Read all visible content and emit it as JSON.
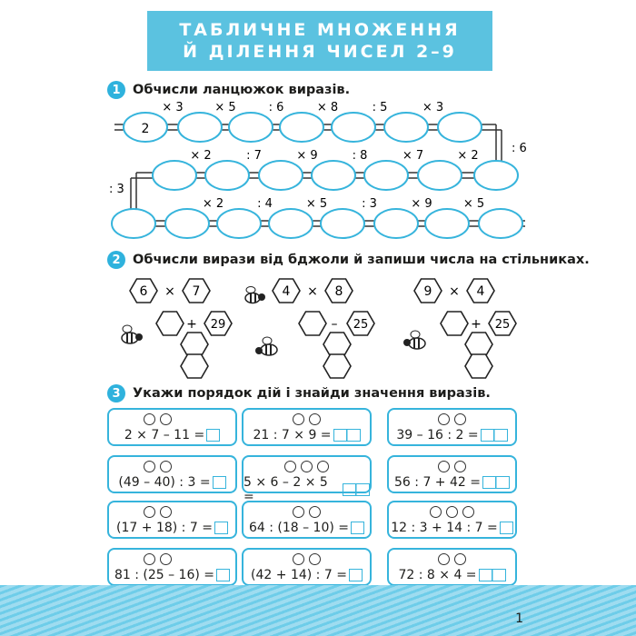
{
  "title": {
    "line1": "ТАБЛИЧНЕ МНОЖЕННЯ",
    "line2": "Й ДІЛЕННЯ ЧИСЕЛ 2–9"
  },
  "task1": {
    "number": "1",
    "text": "Обчисли ланцюжок виразів.",
    "start": "2",
    "row1_ops": [
      "× 3",
      "× 5",
      ": 6",
      "× 8",
      ": 5",
      "× 3"
    ],
    "right_turn": ": 6",
    "row2_ops": [
      "× 2",
      ": 7",
      "× 9",
      ": 8",
      "× 7",
      "× 2"
    ],
    "left_turn": ": 3",
    "row3_ops": [
      "× 2",
      ": 4",
      "× 5",
      ": 3",
      "× 9",
      "× 5"
    ]
  },
  "task2": {
    "number": "2",
    "text": "Обчисли вирази від бджоли й запиши числа на стільниках.",
    "groups": [
      {
        "a": "6",
        "op1": "×",
        "b": "7",
        "op2": "+",
        "c": "29"
      },
      {
        "a": "4",
        "op1": "×",
        "b": "8",
        "op2": "–",
        "c": "25"
      },
      {
        "a": "9",
        "op1": "×",
        "b": "4",
        "op2": "+",
        "c": "25"
      }
    ]
  },
  "task3": {
    "number": "3",
    "text": "Укажи порядок дій і знайди значення виразів.",
    "rows": [
      [
        {
          "expr": "2 × 7 – 11 =",
          "circles": 2,
          "boxes": 1
        },
        {
          "expr": "21 : 7 × 9 =",
          "circles": 2,
          "boxes": 2
        },
        {
          "expr": "39 – 16 : 2 =",
          "circles": 2,
          "boxes": 2
        }
      ],
      [
        {
          "expr": "(49 – 40) : 3 =",
          "circles": 2,
          "boxes": 1
        },
        {
          "expr": "5 × 6 – 2 × 5 =",
          "circles": 3,
          "boxes": 2
        },
        {
          "expr": "56 : 7 + 42 =",
          "circles": 2,
          "boxes": 2
        }
      ],
      [
        {
          "expr": "(17 + 18) : 7 =",
          "circles": 2,
          "boxes": 1
        },
        {
          "expr": "64 : (18 – 10) =",
          "circles": 2,
          "boxes": 1
        },
        {
          "expr": "12 : 3 + 14 : 7 =",
          "circles": 3,
          "boxes": 1
        }
      ],
      [
        {
          "expr": "81 : (25 – 16) =",
          "circles": 2,
          "boxes": 1
        },
        {
          "expr": "(42 + 14) : 7 =",
          "circles": 2,
          "boxes": 1
        },
        {
          "expr": "72 : 8 × 4 =",
          "circles": 2,
          "boxes": 2
        }
      ]
    ]
  },
  "page_number": "1",
  "colors": {
    "accent": "#36b4dc",
    "banner": "#5bc2e0"
  }
}
